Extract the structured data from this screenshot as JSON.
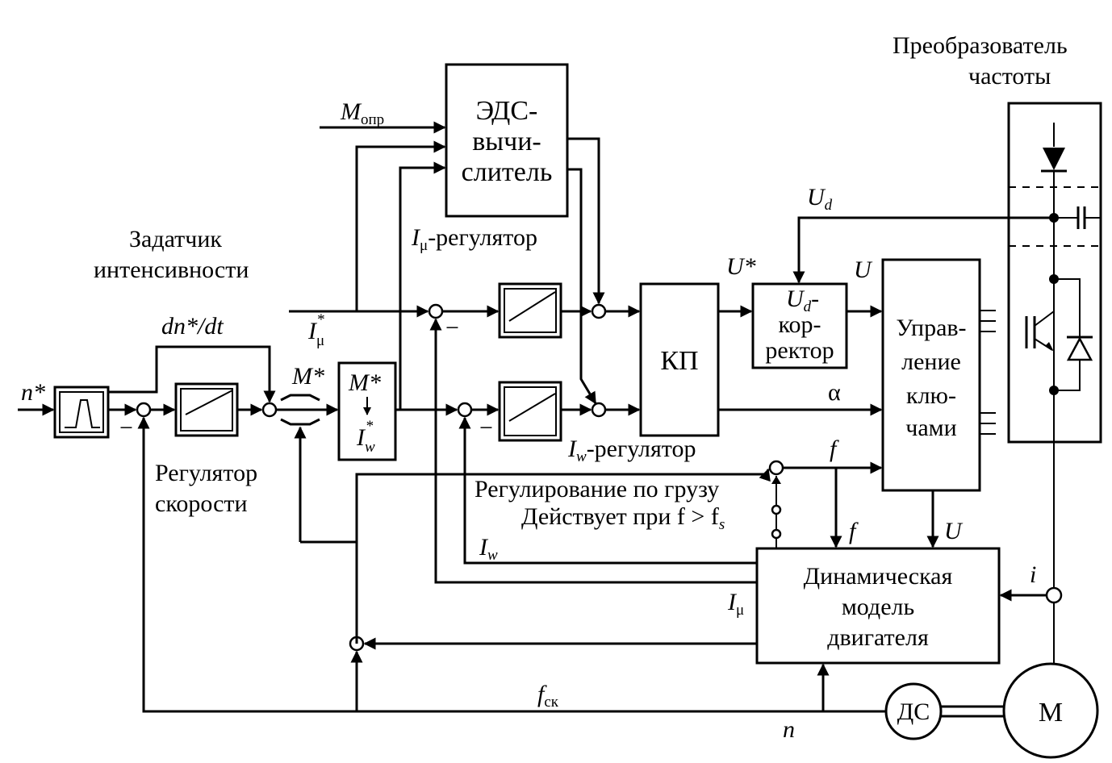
{
  "labels": {
    "converter_title_1": "Преобразователь",
    "converter_title_2": "частоты",
    "emf_block_1": "ЭДС-",
    "emf_block_2": "вычи-",
    "emf_block_3": "слитель",
    "m_opr_symbol": "M",
    "m_opr_sub": "опр",
    "intensity_1": "Задатчик",
    "intensity_2": "интенсивности",
    "i_mu_reg_symbol": "I",
    "i_mu_reg_sub": "μ",
    "i_mu_reg_text": "-регулятор",
    "i_w_reg_symbol": "I",
    "i_w_reg_sub": "w",
    "i_w_reg_text": "-регулятор",
    "dn_dt": "dn*/dt",
    "n_star": "n*",
    "m_star": "M*",
    "i_mu_star": "I",
    "i_mu_star_sub": "μ",
    "i_mu_star_sup": "*",
    "conv_block_top": "M*",
    "conv_block_bottom": "I",
    "conv_block_bottom_sub": "w",
    "conv_block_bottom_sup": "*",
    "speed_reg_1": "Регулятор",
    "speed_reg_2": "скорости",
    "kp_block": "КП",
    "u_star": "U*",
    "ud_top": "U",
    "ud_top_sub": "d",
    "ud_corr_1": "U",
    "ud_corr_1_sub": "d",
    "ud_corr_1_suffix": "-",
    "ud_corr_2": "кор-",
    "ud_corr_3": "ректор",
    "u_label": "U",
    "alpha": "α",
    "keys_1": "Управ-",
    "keys_2": "ление",
    "keys_3": "клю-",
    "keys_4": "чами",
    "f_label_right": "f",
    "f_label_down": "f",
    "u_label_down": "U",
    "load_reg": "Регулирование по грузу",
    "acts_when": "Действует при f > f",
    "acts_when_sub": "s",
    "i_w_fb": "I",
    "i_w_fb_sub": "w",
    "i_mu_fb": "I",
    "i_mu_fb_sub": "μ",
    "model_1": "Динамическая",
    "model_2": "модель",
    "model_3": "двигателя",
    "i_current": "i",
    "f_sk": "f",
    "f_sk_sub": "ск",
    "n_label": "n",
    "ds_block": "ДС",
    "motor": "М",
    "minus_1": "−",
    "minus_2": "−",
    "minus_3": "−"
  }
}
